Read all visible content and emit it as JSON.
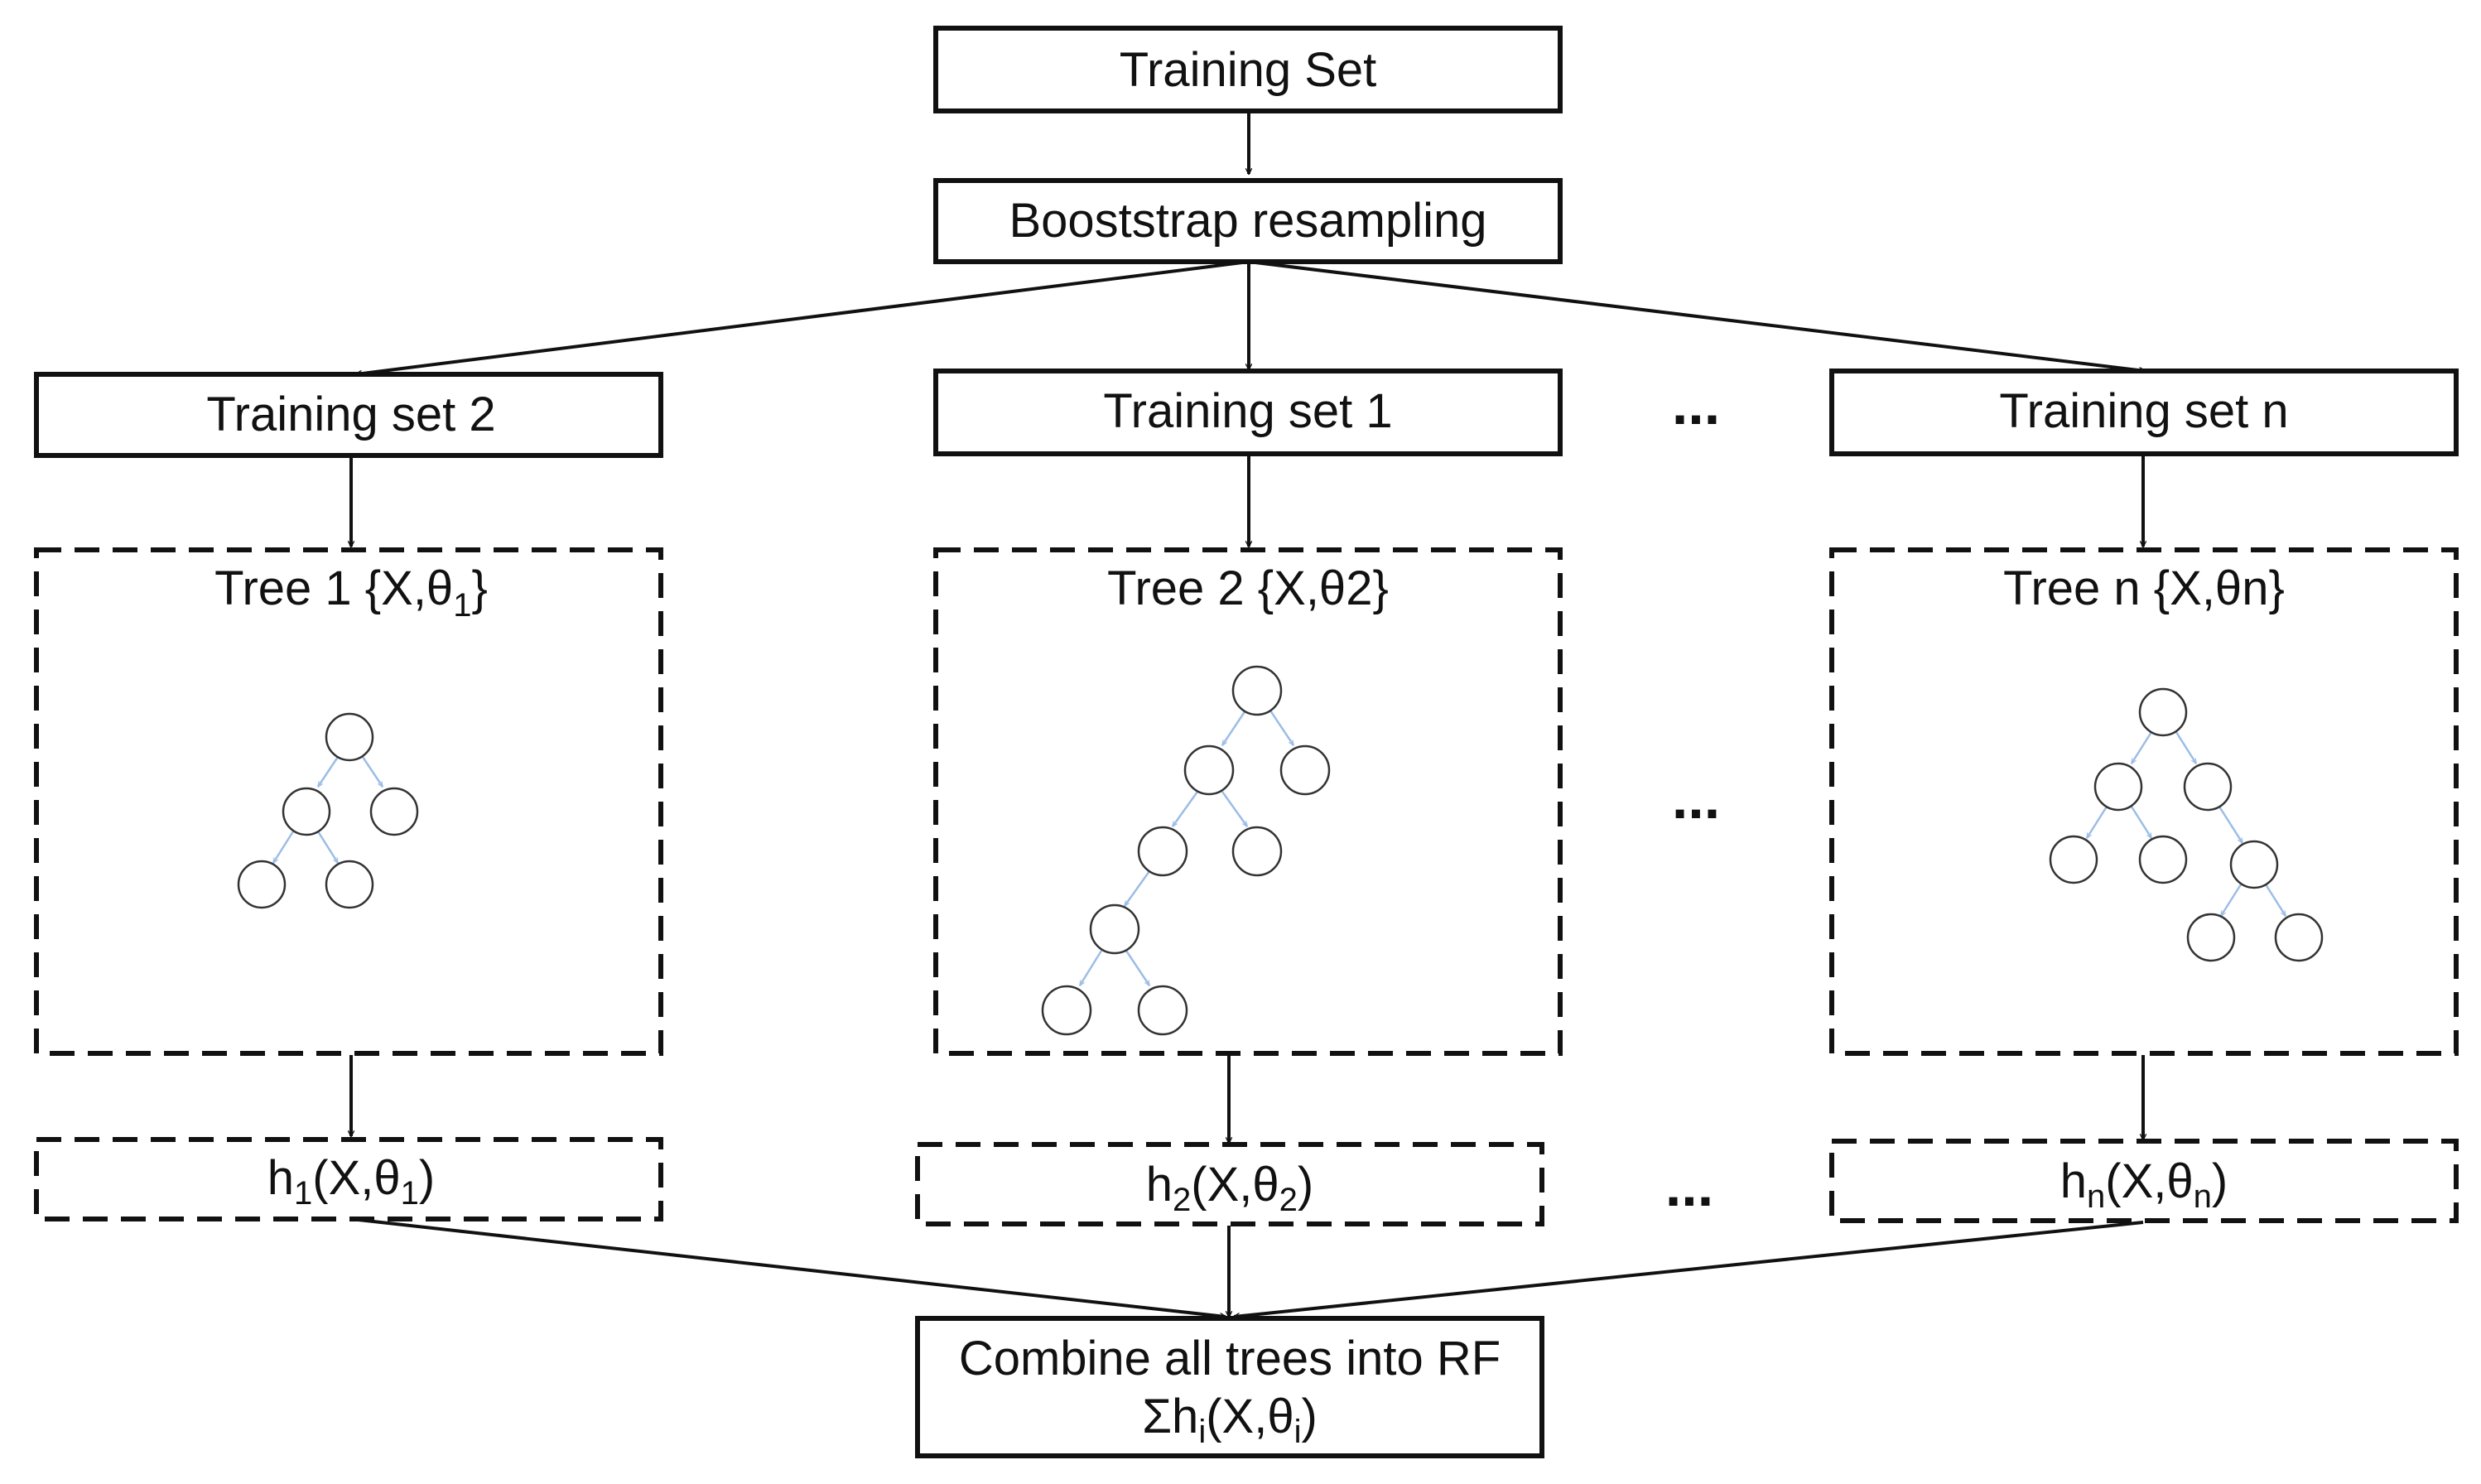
{
  "nodes": {
    "training_set": "Training Set",
    "bootstrap": "Booststrap resampling",
    "training_set_2": "Training set 2",
    "training_set_1": "Training set 1",
    "training_set_n": "Training set n",
    "ellipsis": "...",
    "combine_line1": "Combine all trees into RF"
  },
  "trees": {
    "tree_1": {
      "prefix": "Tree 1 {X,θ",
      "sub": "1",
      "suffix": "}"
    },
    "tree_2": {
      "text": "Tree 2 {X,θ2}"
    },
    "tree_n": {
      "text": "Tree n {X,θn}"
    }
  },
  "hypotheses": {
    "h1": {
      "a": "h",
      "a_sub": "1",
      "b": "(X,θ",
      "b_sub": "1",
      "c": ")"
    },
    "h2": {
      "a": "h",
      "a_sub": "2",
      "b": "(X,θ",
      "b_sub": "2",
      "c": ")"
    },
    "hn": {
      "a": "h",
      "a_sub": "n",
      "b": "(X,θ",
      "b_sub": "n",
      "c": ")"
    }
  },
  "combine_formula": {
    "a": "Σh",
    "a_sub": "i",
    "b": "(X,θ",
    "b_sub": "i",
    "c": ")"
  },
  "colors": {
    "line": "#111111",
    "tree_edge": "#9dbde6",
    "tree_node": "#333333"
  }
}
